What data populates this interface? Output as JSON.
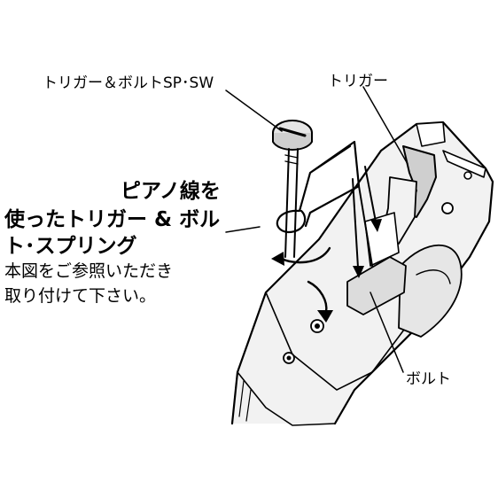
{
  "labels": {
    "spring_callout": "トリガー＆ボルトSP･SW",
    "trigger_callout": "トリガー",
    "bolt_callout": "ボルト"
  },
  "note": {
    "line1": "ピアノ線を",
    "line2": "使ったトリガー & ボル",
    "line3": "ト･スプリング",
    "line4": "本図をご参照いただき",
    "line5": "取り付けて下さい。"
  },
  "colors": {
    "ink": "#000000",
    "paper": "#ffffff",
    "part_fill": "#f2f2f2",
    "shade": "#cfcfcf"
  }
}
